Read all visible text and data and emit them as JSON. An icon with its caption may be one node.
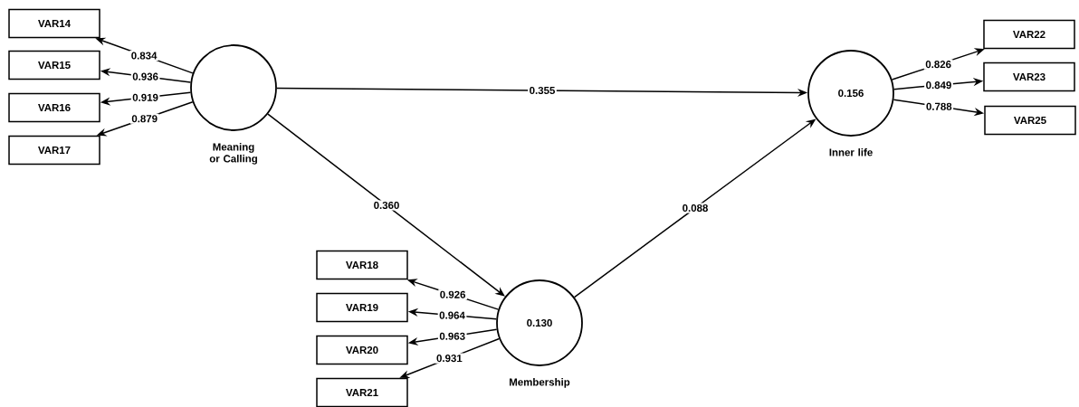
{
  "diagram": {
    "nodes": [
      {
        "text": [
          "Meaning or Calling"
        ]
      },
      {
        "text": [
          "0.156",
          "Inner life"
        ]
      },
      {
        "text": [
          "0.130",
          "Membership"
        ]
      },
      {
        "text": [
          "VAR14"
        ]
      },
      {
        "text": [
          "VAR15"
        ]
      },
      {
        "text": [
          "VAR16"
        ]
      },
      {
        "text": [
          "VAR17"
        ]
      },
      {
        "text": [
          "VAR22"
        ]
      },
      {
        "text": [
          "VAR23"
        ]
      },
      {
        "text": [
          "VAR25"
        ]
      },
      {
        "text": [
          "VAR18"
        ]
      },
      {
        "text": [
          "VAR19"
        ]
      },
      {
        "text": [
          "VAR20"
        ]
      },
      {
        "text": [
          "VAR21"
        ]
      }
    ],
    "edges": [
      {
        "from": 0,
        "to": 1,
        "arrow": "to",
        "label": "0.355"
      },
      {
        "from": 0,
        "to": 2,
        "arrow": "to",
        "label": "0.360"
      },
      {
        "from": 2,
        "to": 1,
        "arrow": "to",
        "label": "0.088"
      },
      {
        "from": 0,
        "to": 3,
        "arrow": "to",
        "label": "0.834"
      },
      {
        "from": 0,
        "to": 4,
        "arrow": "to",
        "label": "0.936"
      },
      {
        "from": 0,
        "to": 5,
        "arrow": "to",
        "label": "0.919"
      },
      {
        "from": 0,
        "to": 6,
        "arrow": "to",
        "label": "0.879"
      },
      {
        "from": 1,
        "to": 7,
        "arrow": "to",
        "label": "0.826"
      },
      {
        "from": 1,
        "to": 8,
        "arrow": "to",
        "label": "0.849"
      },
      {
        "from": 1,
        "to": 9,
        "arrow": "to",
        "label": "0.788"
      },
      {
        "from": 2,
        "to": 10,
        "arrow": "to",
        "label": "0.926"
      },
      {
        "from": 2,
        "to": 11,
        "arrow": "to",
        "label": "0.964"
      },
      {
        "from": 2,
        "to": 12,
        "arrow": "to",
        "label": "0.963"
      },
      {
        "from": 2,
        "to": 13,
        "arrow": "to",
        "label": "0.931"
      }
    ]
  }
}
